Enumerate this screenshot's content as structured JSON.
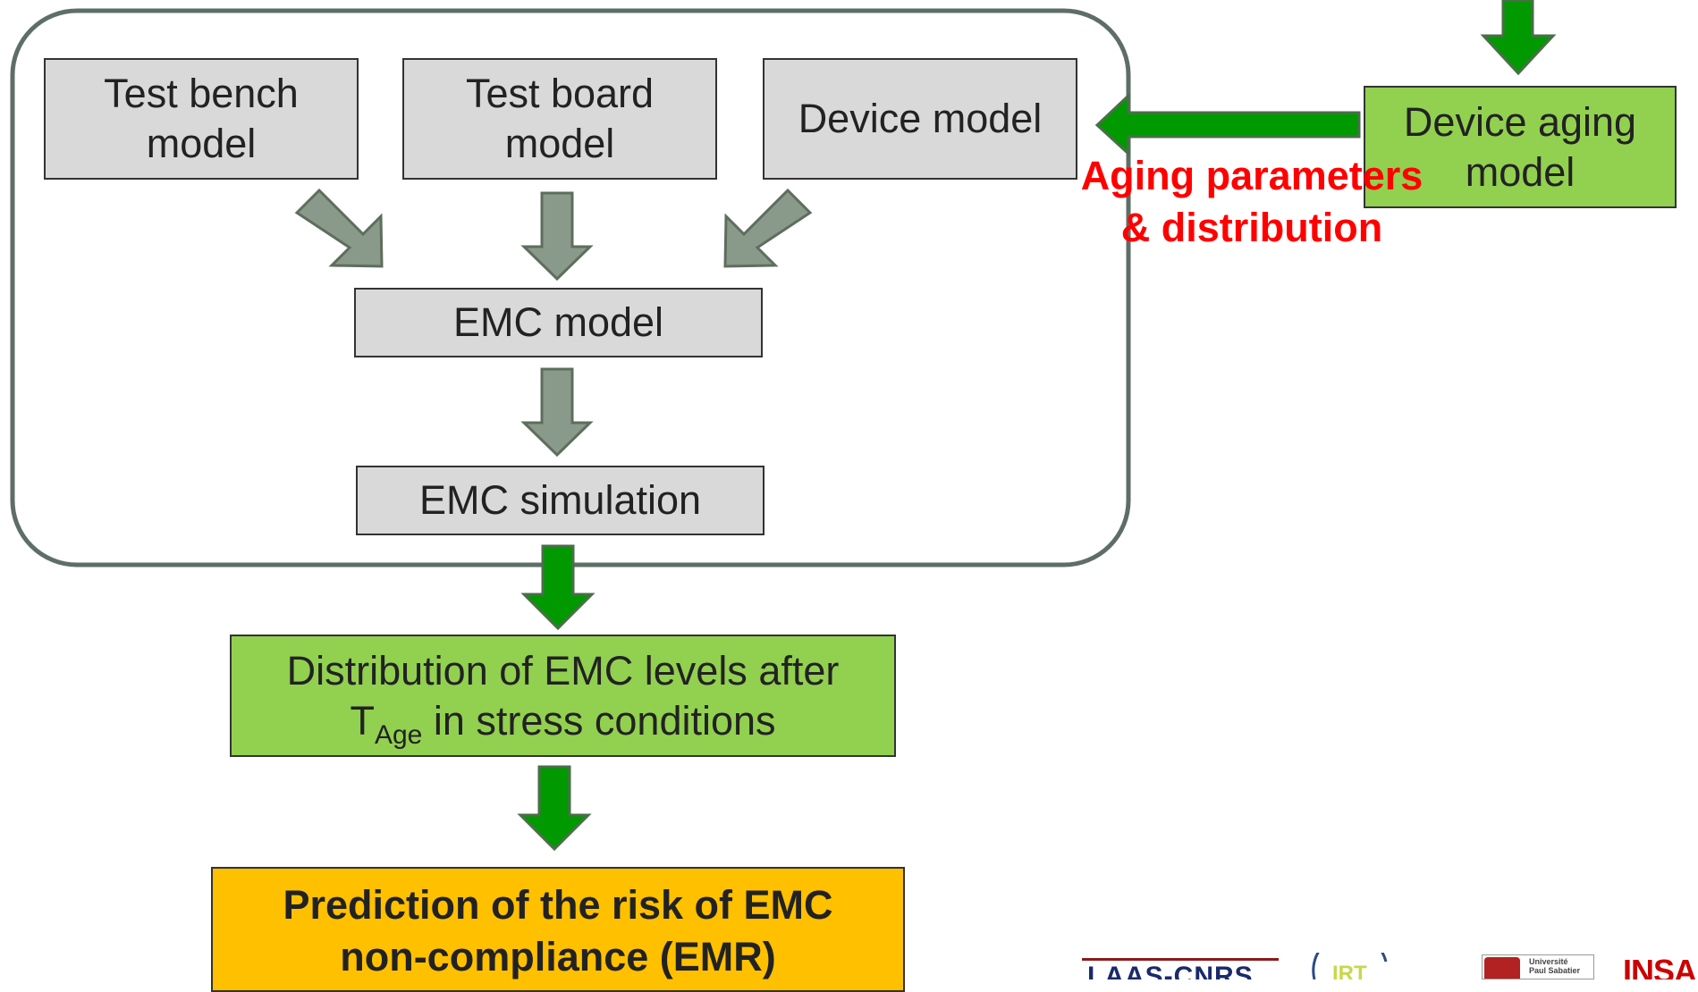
{
  "boxes": {
    "test_bench": {
      "line1": "Test bench",
      "line2": "model"
    },
    "test_board": {
      "line1": "Test board",
      "line2": "model"
    },
    "device_model": {
      "text": "Device model"
    },
    "emc_model": {
      "text": "EMC model"
    },
    "emc_simulation": {
      "text": "EMC simulation"
    },
    "device_aging": {
      "line1": "Device aging",
      "line2": "model"
    },
    "distribution": {
      "line1": "Distribution of EMC levels after",
      "t": "T",
      "sub": "Age",
      "rest": " in stress conditions"
    },
    "prediction": {
      "line1": "Prediction of the risk of EMC",
      "line2": "non-compliance (EMR)"
    }
  },
  "labels": {
    "aging_line1": "Aging parameters",
    "aging_line2": "& distribution"
  },
  "logos": {
    "laas": "LAAS-CNRS",
    "irt": "IRT",
    "ups_line1": "Université",
    "ups_line2": "Paul Sabatier",
    "insa": "INSA"
  },
  "colors": {
    "gray_box": "#d9d9d9",
    "green_box": "#92d050",
    "orange_box": "#ffc000",
    "gray_arrow": "#8a9a8a",
    "green_arrow": "#009900",
    "label_red": "#ff0000"
  }
}
